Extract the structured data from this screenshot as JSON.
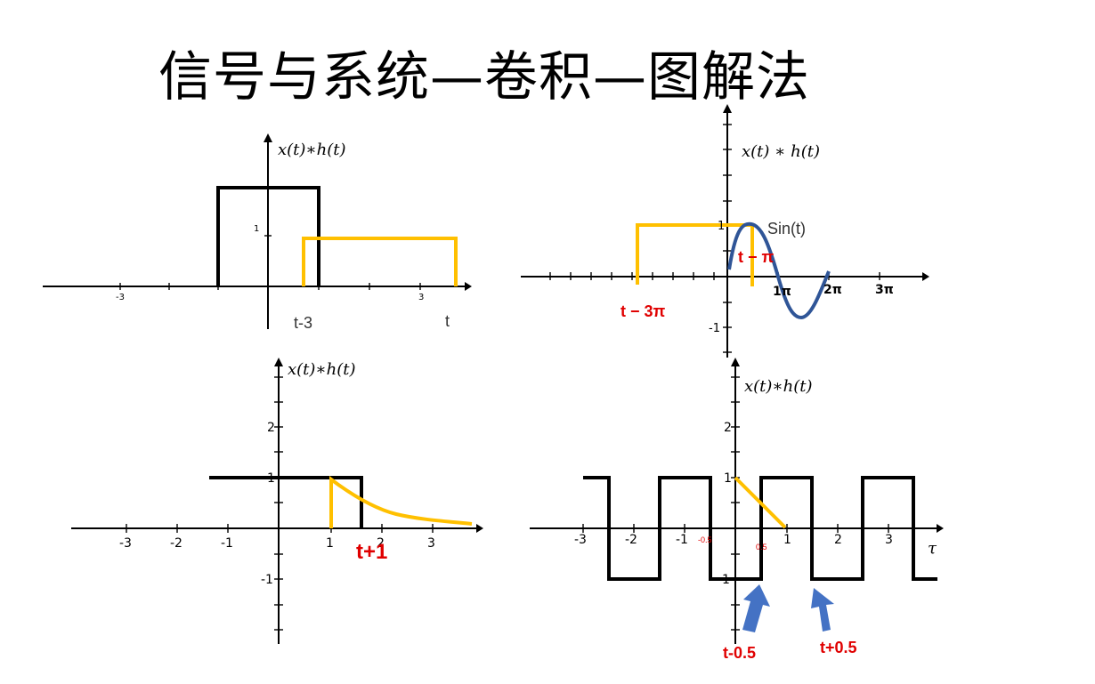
{
  "title": "信号与系统—卷积—图解法",
  "colors": {
    "black": "#000000",
    "yellow": "#FFC000",
    "blue": "#2F5597",
    "red": "#E00000",
    "arrow": "#4472C4"
  },
  "p1": {
    "func_label": "x(t)∗h(t)",
    "tick_neg": "-3",
    "tick_pos": "3",
    "tick_one": "1",
    "shift_label": "t-3",
    "axis_label": "t"
  },
  "p2": {
    "func_label": "x(t) ∗ h(t)",
    "tick_one": "1",
    "tick_neg_one": "-1",
    "pi1": "1π",
    "pi2": "2π",
    "pi3": "3π",
    "sin_label": "Sin(t)",
    "t_minus_pi": "t − π",
    "t_minus_3pi": "t − 3π"
  },
  "p3": {
    "func_label": "x(t)∗h(t)",
    "x_ticks": [
      "-3",
      "-2",
      "-1",
      "1",
      "2",
      "3"
    ],
    "y_ticks": [
      "2",
      "1",
      "-1"
    ],
    "t_plus_1": "t+1"
  },
  "p4": {
    "func_label": "x(t)∗h(t)",
    "x_ticks": [
      "-3",
      "-2",
      "-1",
      "1",
      "2",
      "3"
    ],
    "y_ticks": [
      "2",
      "1",
      "-1"
    ],
    "neg_half": "-0.5",
    "pos_half": "0.5",
    "axis_label": "τ",
    "t_minus_half": "t-0.5",
    "t_plus_half": "t+0.5"
  }
}
